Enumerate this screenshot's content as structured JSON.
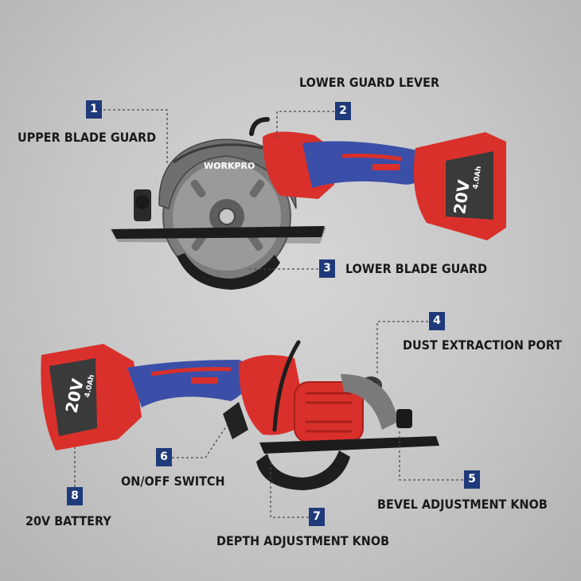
{
  "brand": "WORKPRO",
  "battery": {
    "voltage": "20V",
    "capacity": "4.0Ah"
  },
  "colors": {
    "badge": "#1f3a7a",
    "tool_red": "#d9302b",
    "tool_blue": "#3b4fa8",
    "blade": "#8a8a8a",
    "base": "#1c1c1c"
  },
  "callouts": [
    {
      "number": "1",
      "label": "UPPER BLADE GUARD"
    },
    {
      "number": "2",
      "label": "LOWER GUARD LEVER"
    },
    {
      "number": "3",
      "label": "LOWER BLADE GUARD"
    },
    {
      "number": "4",
      "label": "DUST EXTRACTION PORT"
    },
    {
      "number": "5",
      "label": "BEVEL ADJUSTMENT KNOB"
    },
    {
      "number": "6",
      "label": "ON/OFF SWITCH"
    },
    {
      "number": "7",
      "label": "DEPTH ADJUSTMENT KNOB"
    },
    {
      "number": "8",
      "label": "20V BATTERY"
    }
  ]
}
